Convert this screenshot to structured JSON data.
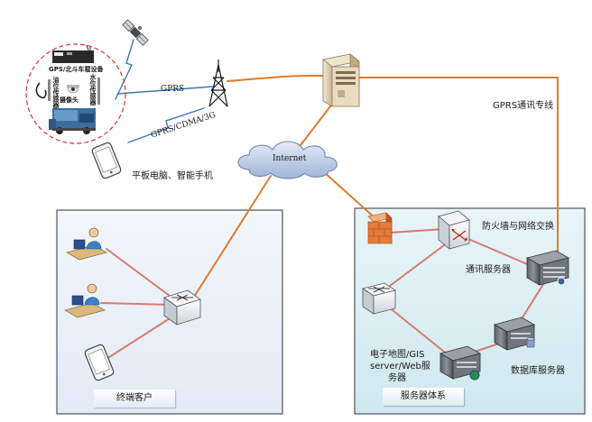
{
  "labels": {
    "vehicle_device": "GPS/北斗车载设备",
    "oil_sensor": "油位传感器",
    "water_sensor": "水位传感器",
    "camera": "摄像头",
    "gprs": "GPRS",
    "gprs_cdma_3g": "GPRS/CDMA/3G",
    "tablet_phone": "平板电脑、智能手机",
    "internet": "Internet",
    "gprs_line": "GPRS通讯专线",
    "firewall_switch": "防火墙与网络交换",
    "comm_server": "通讯服务器",
    "gis_line1": "电子地图/GIS",
    "gis_line2": "server/Web服",
    "gis_line3": "务器",
    "db_server": "数据库服务器",
    "server_system": "服务器体系",
    "terminal_client": "终端客户"
  },
  "colors": {
    "orange_link": "#e07a2c",
    "red_link": "#d77a73",
    "blue_link": "#3c78b4",
    "client_panel": "#eaf0f8",
    "server_panel": "#daeef3",
    "vehicle_halo": "#e03030"
  },
  "icons": [
    "satellite-icon",
    "radio-tower-icon",
    "server-tower-icon",
    "cloud-icon",
    "firewall-icon",
    "router-icon",
    "rack-server-icon",
    "monitor-user-icon",
    "tablet-icon",
    "truck-icon",
    "vehicle-terminal-icon"
  ]
}
